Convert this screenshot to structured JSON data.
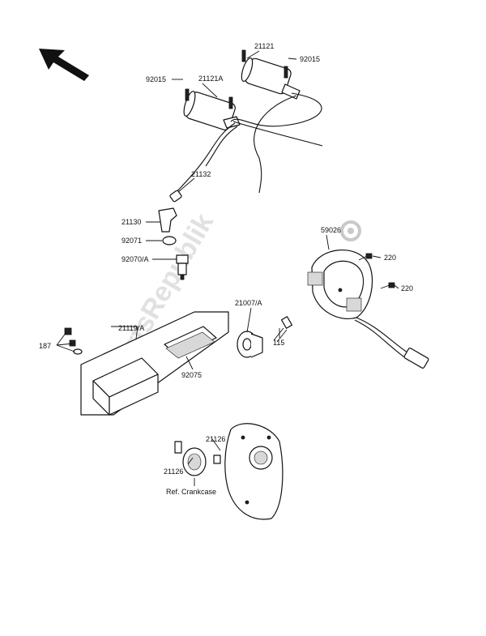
{
  "parts": {
    "p21121": "21121",
    "p92015_right": "92015",
    "p92015_left": "92015",
    "p21121A": "21121A",
    "p21132": "21132",
    "p21130": "21130",
    "p92071": "92071",
    "p92070A": "92070/A",
    "p59026": "59026",
    "p220_top": "220",
    "p220_bottom": "220",
    "p21007A": "21007/A",
    "p115": "115",
    "p21119A": "21119/A",
    "p187": "187",
    "p92075": "92075",
    "p21126_top": "21126",
    "p21126_bottom": "21126"
  },
  "reference": "Ref. Crankcase",
  "watermark": "PartsRepublik"
}
